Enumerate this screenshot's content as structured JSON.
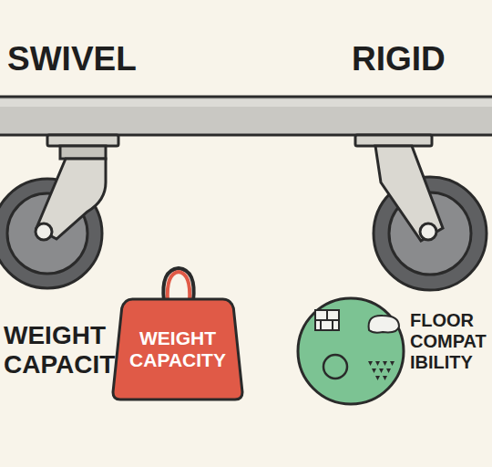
{
  "diagram": {
    "nodes": [
      {
        "text": [
          "WEIGHT CAPACITY"
        ]
      }
    ],
    "labels": [
      "SWIVEL",
      "RIGID",
      "WEIGHT CAPACITY",
      "FLOOR COMPATIBILITY"
    ]
  }
}
